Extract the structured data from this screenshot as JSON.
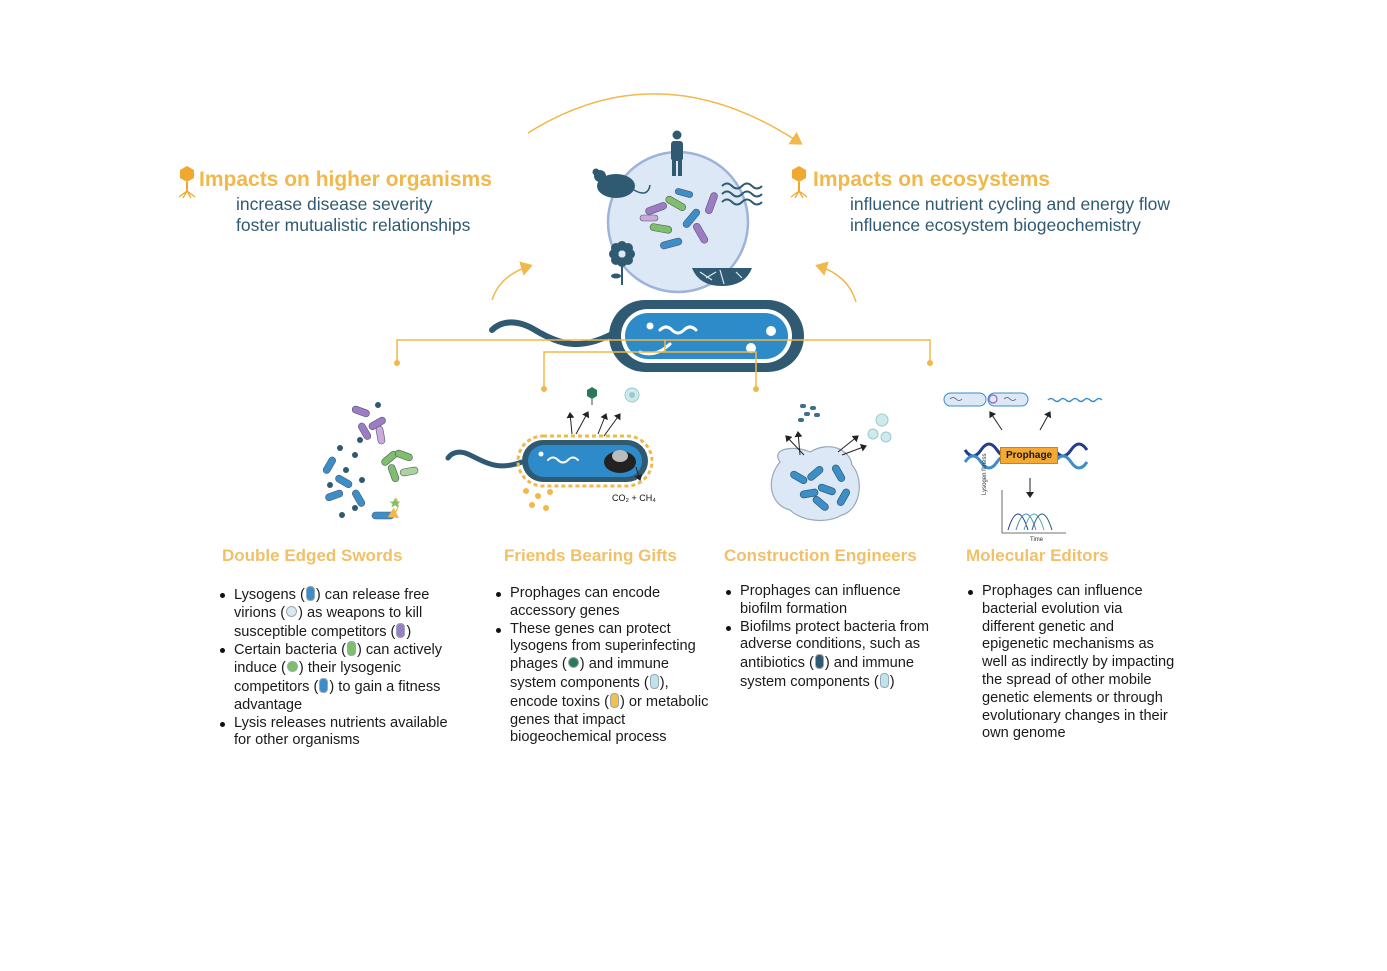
{
  "top": {
    "left": {
      "title": "Impacts on higher organisms",
      "lines": [
        "increase disease severity",
        "foster mutualistic relationships"
      ]
    },
    "right": {
      "title": "Impacts on ecosystems",
      "lines": [
        "influence nutrient cycling and energy flow",
        "influence ecosystem biogeochemistry"
      ]
    }
  },
  "labels": {
    "prophage": "Prophage",
    "gases": "CO₂ + CH₄",
    "graph_y": "Lysogen fitness",
    "graph_x": "Time"
  },
  "columns": [
    {
      "title": "Double Edged Swords",
      "bullets": [
        {
          "parts": [
            "Lysogens (",
            ") can release free virions (",
            ") as weapons to kill susceptible competitors (",
            ")"
          ]
        },
        {
          "parts": [
            "Certain bacteria (",
            ") can actively induce (",
            ") their lysogenic competitors (",
            ") to gain a fitness advantage"
          ]
        },
        {
          "parts": [
            "Lysis releases nutrients available for other organisms"
          ]
        }
      ]
    },
    {
      "title": "Friends Bearing Gifts",
      "bullets": [
        {
          "parts": [
            "Prophages can encode accessory genes"
          ]
        },
        {
          "parts": [
            "These genes can protect lysogens from superinfecting phages (",
            ") and immune system components (",
            "), encode toxins (",
            ") or metabolic genes that impact biogeochemical process"
          ]
        }
      ]
    },
    {
      "title": "Construction Engineers",
      "bullets": [
        {
          "parts": [
            "Prophages can influence biofilm formation"
          ]
        },
        {
          "parts": [
            "Biofilms protect bacteria from adverse conditions, such as antibiotics (",
            ") and immune system components (",
            ")"
          ]
        }
      ]
    },
    {
      "title": "Molecular Editors",
      "bullets": [
        {
          "parts": [
            "Prophages can influence bacterial evolution via different genetic and epigenetic mechanisms as well as indirectly by impacting the spread of other mobile genetic elements or through evolutionary changes in their own genome"
          ]
        }
      ]
    }
  ],
  "colors": {
    "accent": "#f1b84a",
    "navy": "#2f5a72",
    "bacterium_blue": "#2e8bc9",
    "circle_fill": "#dce8f5"
  },
  "icons": [
    "phage-icon",
    "human-icon",
    "mouse-icon",
    "water-icon",
    "flower-icon",
    "soil-icon",
    "bacterium-icon",
    "biofilm-icon",
    "dna-icon",
    "fitness-graph-icon"
  ]
}
